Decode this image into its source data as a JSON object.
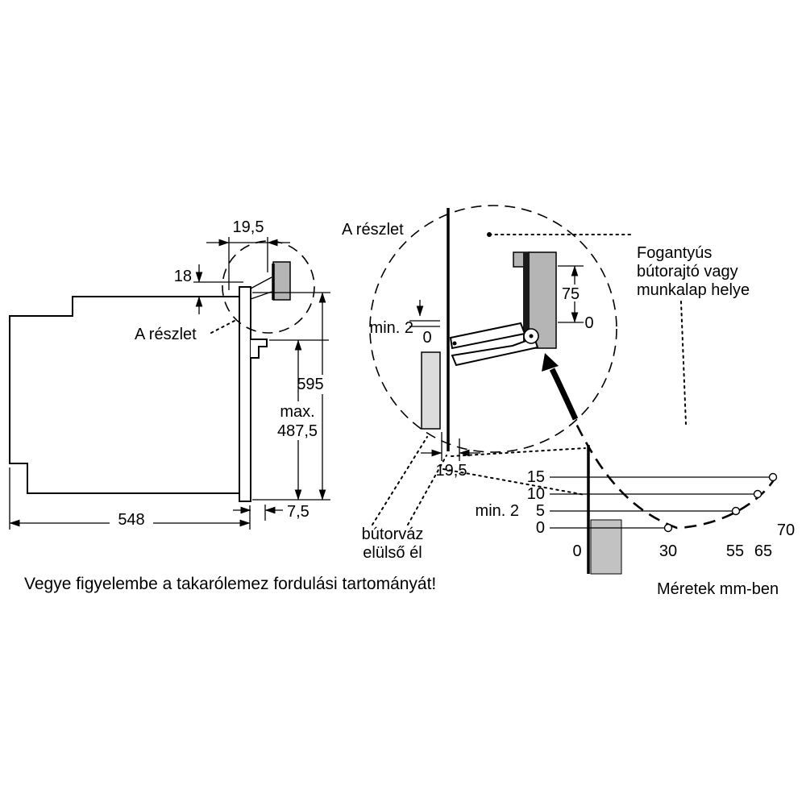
{
  "left_view": {
    "dim_top_width": "19,5",
    "dim_hinge_offset": "18",
    "detail_label": "A részlet",
    "dim_height": "595",
    "dim_max_line1": "max.",
    "dim_max_line2": "487,5",
    "dim_depth": "548",
    "dim_front": "7,5"
  },
  "detail_view": {
    "title": "A részlet",
    "dim_min_gap": "min. 2",
    "dim_zero_inner": "0",
    "dim_door_height": "75",
    "dim_zero_outer": "0",
    "dim_width": "19,5"
  },
  "annotations": {
    "handle_line1": "Fogantyús",
    "handle_line2": "bútorajtó vagy",
    "handle_line3": "munkalap helye",
    "frame_line1": "bútorváz",
    "frame_line2": "elülső él",
    "units_note": "Méretek mm-ben",
    "bottom_note": "Vegye figyelembe a takarólemez fordulási tartományát!"
  },
  "protrusion_chart": {
    "min_gap": "min. 2",
    "y_labels": [
      "15",
      "10",
      "5",
      "0"
    ],
    "x_labels": [
      "0",
      "30",
      "55",
      "65",
      "70"
    ]
  },
  "colors": {
    "door_gray": "#b5b5b5",
    "cover_plate_gray": "#dcdcdc",
    "carcass_gray": "#c2c2c2",
    "line_black": "#000000"
  }
}
